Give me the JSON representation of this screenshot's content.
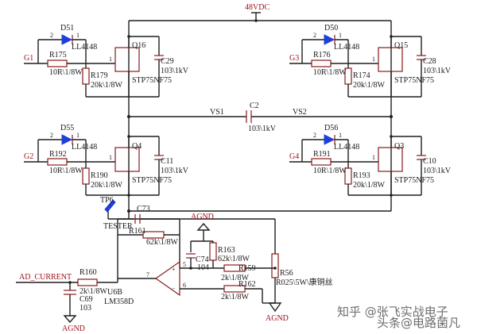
{
  "supply": {
    "label": "48VDC"
  },
  "ground": {
    "label": "AGND"
  },
  "bridge": {
    "vs1": "VS1",
    "vs2": "VS2",
    "cap_ref": "C2",
    "cap_val": "103\\1kV"
  },
  "legs": [
    {
      "gate": "G1",
      "diode_ref": "D51",
      "diode_val": "LL4148",
      "r_series_ref": "R175",
      "r_series_val": "10R\\1/8W",
      "r_pull_ref": "R179",
      "r_pull_val": "20k\\1/8W",
      "fet_ref": "Q16",
      "fet_val": "STP75NF75",
      "cap_ref": "C29",
      "cap_val": "103\\1kV"
    },
    {
      "gate": "G3",
      "diode_ref": "D50",
      "diode_val": "LL4148",
      "r_series_ref": "R176",
      "r_series_val": "10R\\1/8W",
      "r_pull_ref": "R174",
      "r_pull_val": "20k\\1/8W",
      "fet_ref": "Q15",
      "fet_val": "STP75NF75",
      "cap_ref": "C28",
      "cap_val": "103\\1kV"
    },
    {
      "gate": "G2",
      "diode_ref": "D55",
      "diode_val": "LL4148",
      "r_series_ref": "R192",
      "r_series_val": "10R\\1/8W",
      "r_pull_ref": "R190",
      "r_pull_val": "20k\\1/8W",
      "fet_ref": "Q4",
      "fet_val": "STP75NF75",
      "cap_ref": "C11",
      "cap_val": "103\\1kV"
    },
    {
      "gate": "G4",
      "diode_ref": "D56",
      "diode_val": "LL4148",
      "r_series_ref": "R191",
      "r_series_val": "10R\\1/8W",
      "r_pull_ref": "R193",
      "r_pull_val": "20k\\1/8W",
      "fet_ref": "Q3",
      "fet_val": "STP75NF75",
      "cap_ref": "C10",
      "cap_val": "103\\1kV"
    }
  ],
  "pin_numbers": {
    "one": "1",
    "two": "2",
    "five": "5",
    "six": "6",
    "seven": "7"
  },
  "sense": {
    "tp_ref": "TP6",
    "tp_val": "TESTER",
    "c73": "C73",
    "r_fb_ref": "R161",
    "r_fb_val": "62k\\1/8W",
    "r163_ref": "R163",
    "r163_val": "62k\\1/8W",
    "c74_ref": "C74",
    "c74_val": "104",
    "r159_ref": "R159",
    "r159_val": "2k\\1/8W",
    "r162_ref": "R162",
    "r162_val": "2k\\1/8W",
    "r56_ref": "R56",
    "r56_val": "R025\\5W\\康铜丝",
    "r160_ref": "R160",
    "r160_val": "2k\\1/8W",
    "c69_ref": "C69",
    "c69_val": "103",
    "opamp_ref": "U6B",
    "opamp_val": "LM358D",
    "out_label": "AD_CURRENT"
  },
  "watermark": {
    "line1": "知乎 @张飞实战电子",
    "line2": "头条@电路菌凡"
  }
}
